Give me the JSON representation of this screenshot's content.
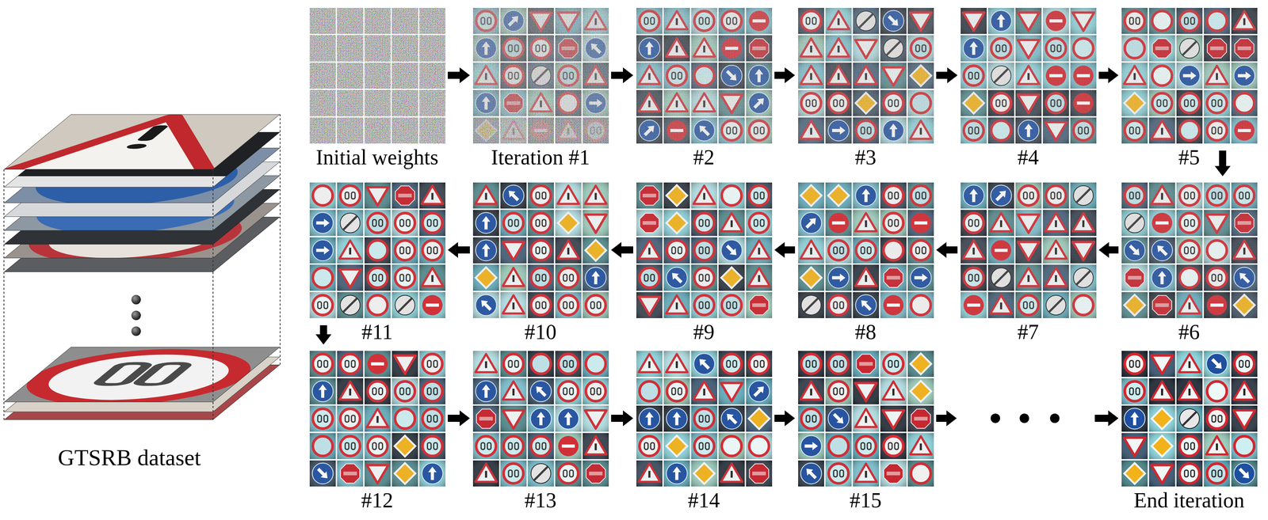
{
  "diagram": {
    "nodes": [
      {
        "text": [
          "Initial weights"
        ]
      },
      {
        "text": [
          "Iteration #1"
        ]
      },
      {
        "text": [
          "#2"
        ]
      },
      {
        "text": [
          "#3"
        ]
      },
      {
        "text": [
          "#4"
        ]
      },
      {
        "text": [
          "#5"
        ]
      },
      {
        "text": [
          "#6"
        ]
      },
      {
        "text": [
          "#7"
        ]
      },
      {
        "text": [
          "#8"
        ]
      },
      {
        "text": [
          "#9"
        ]
      },
      {
        "text": [
          "#10"
        ]
      },
      {
        "text": [
          "#11"
        ]
      },
      {
        "text": [
          "#12"
        ]
      },
      {
        "text": [
          "#13"
        ]
      },
      {
        "text": [
          "#14"
        ]
      },
      {
        "text": [
          "#15"
        ]
      },
      {
        "text": [
          "End iteration"
        ]
      }
    ],
    "edges": [
      {
        "from": 0,
        "to": 1,
        "arrow": "to"
      },
      {
        "from": 1,
        "to": 2,
        "arrow": "to"
      },
      {
        "from": 2,
        "to": 3,
        "arrow": "to"
      },
      {
        "from": 3,
        "to": 4,
        "arrow": "to"
      },
      {
        "from": 4,
        "to": 5,
        "arrow": "to"
      },
      {
        "from": 5,
        "to": 6,
        "arrow": "to"
      },
      {
        "from": 6,
        "to": 7,
        "arrow": "to"
      },
      {
        "from": 7,
        "to": 8,
        "arrow": "to"
      },
      {
        "from": 8,
        "to": 9,
        "arrow": "to"
      },
      {
        "from": 9,
        "to": 10,
        "arrow": "to"
      },
      {
        "from": 10,
        "to": 11,
        "arrow": "to"
      },
      {
        "from": 11,
        "to": 12,
        "arrow": "to"
      },
      {
        "from": 12,
        "to": 13,
        "arrow": "to"
      },
      {
        "from": 13,
        "to": 14,
        "arrow": "to"
      },
      {
        "from": 14,
        "to": 15,
        "arrow": "to"
      },
      {
        "from": 15,
        "to": 16,
        "arrow": "to"
      }
    ],
    "labels": [
      "GTSRB dataset"
    ]
  }
}
